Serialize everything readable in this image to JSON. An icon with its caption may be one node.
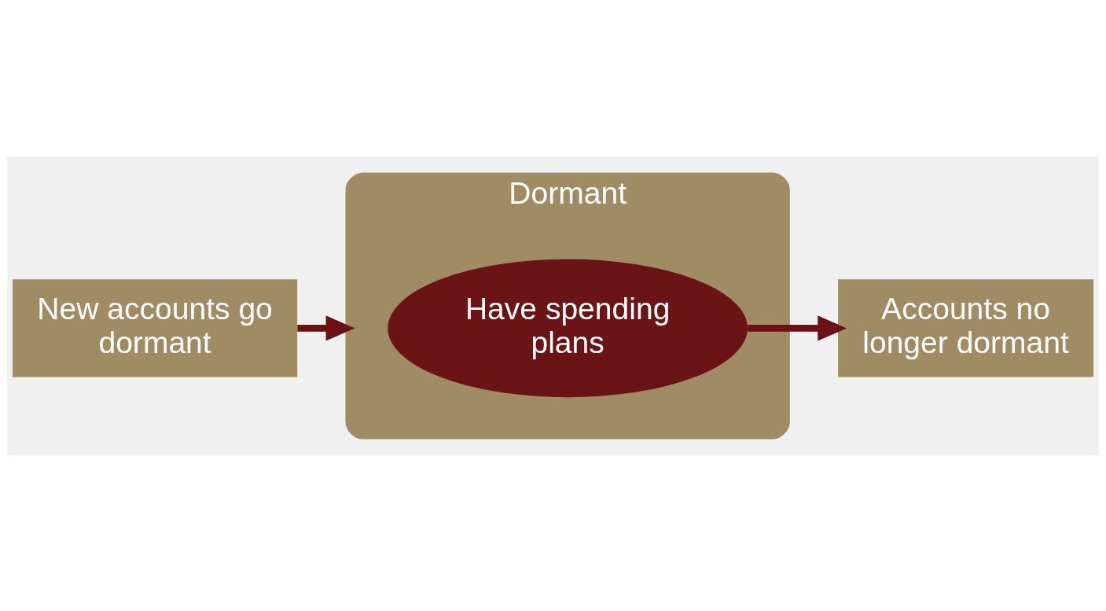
{
  "diagram": {
    "nodes": [
      {
        "text": [
          "New accounts go dormant"
        ]
      },
      {
        "text": [
          "Dormant"
        ]
      },
      {
        "text": [
          "Have spending plans"
        ],
        "in": 1
      },
      {
        "text": [
          "Accounts no longer dormant"
        ]
      }
    ],
    "edges": [
      {
        "from": 0,
        "to": 1,
        "arrow": "to"
      },
      {
        "from": 2,
        "to": 3,
        "arrow": "to"
      }
    ]
  }
}
